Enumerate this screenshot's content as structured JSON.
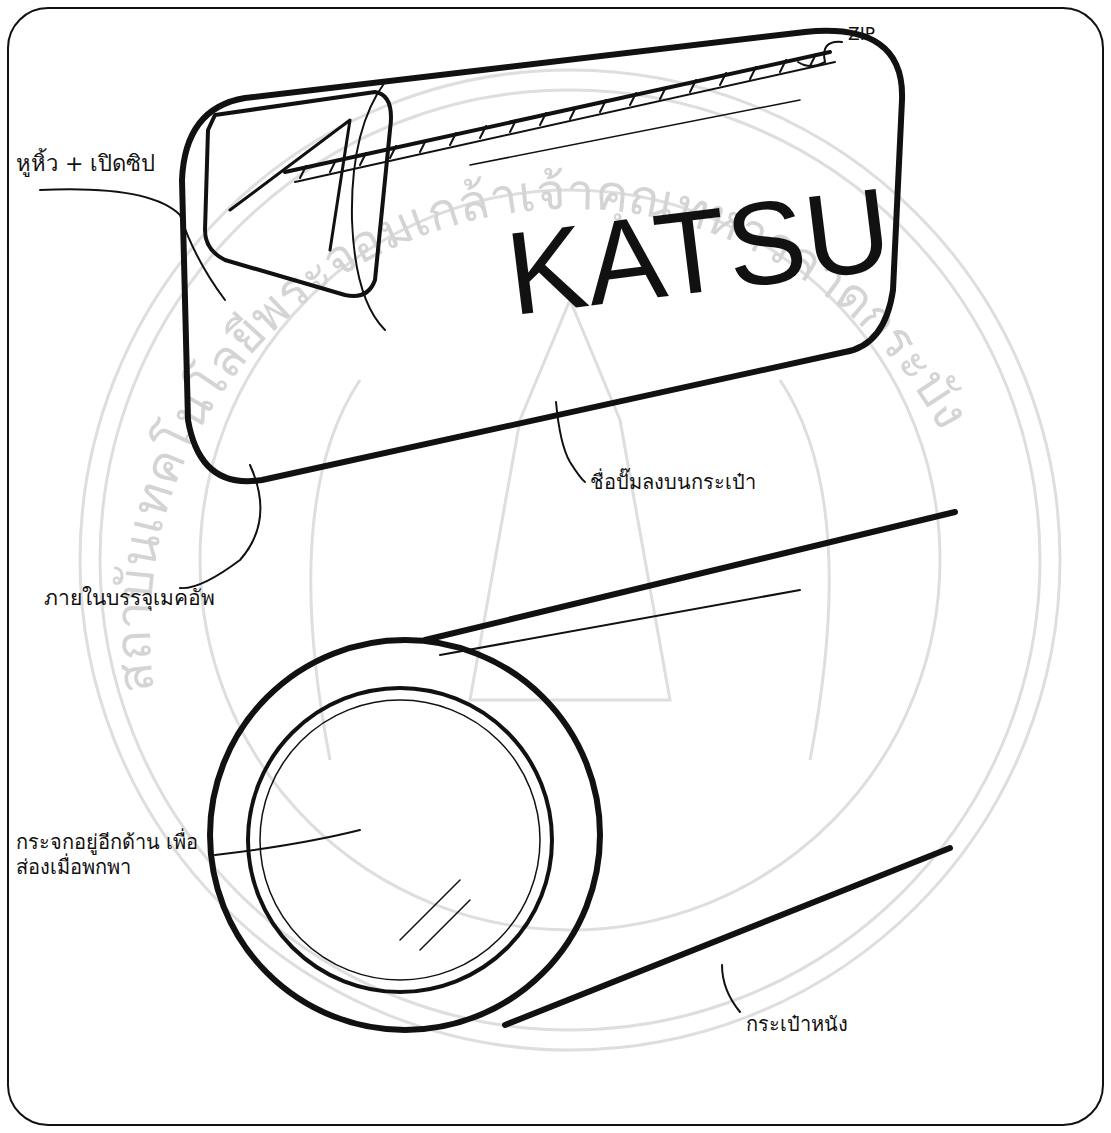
{
  "diagram": {
    "labels": [
      "ZIP",
      "หูหิ้ว + เปิดซิป",
      "KATSU",
      "ชื่อปั๊มลงบนกระเป๋า",
      "ภายในบรรจุเมคอัพ",
      "กระจกอยู่อีกด้าน เพื่อส่องเมื่อพกพา",
      "กระเป๋าหนัง",
      "สถาบันเทคโนโลยีพระจอมเกล้าเจ้าคุณทหารลาดกระบัง"
    ]
  }
}
